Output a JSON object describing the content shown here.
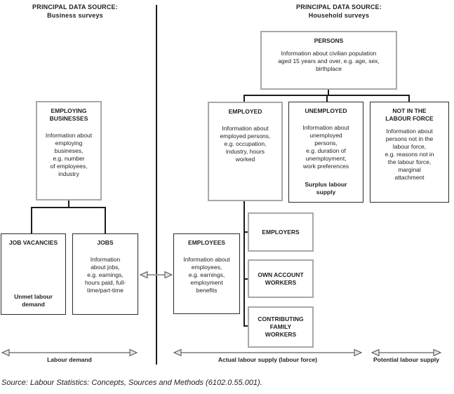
{
  "headers": {
    "left": "PRINCIPAL DATA SOURCE:\nBusiness surveys",
    "right": "PRINCIPAL DATA SOURCE:\nHousehold surveys"
  },
  "boxes": {
    "persons": {
      "title": "PERSONS",
      "body": "Information about civilian population\naged 15 years and over, e.g. age, sex,\nbirthplace"
    },
    "employing_businesses": {
      "title": "EMPLOYING\nBUSINESSES",
      "body": "Information about\nemploying\nbusineses,\ne.g. number\nof employees,\nindustry"
    },
    "job_vacancies": {
      "title": "JOB VACANCIES",
      "footer": "Unmet labour\ndemand"
    },
    "jobs": {
      "title": "JOBS",
      "body": "Information\nabout jobs,\ne.g. earnings,\nhours paid, full-\ntime/part-time"
    },
    "employed": {
      "title": "EMPLOYED",
      "body": "Information about\nemployed persons,\ne.g. occupation,\nindustry, hours\nworked"
    },
    "unemployed": {
      "title": "UNEMPLOYED",
      "body": "Information about\nunemployed\npersons,\ne.g. duration of\nunemployment,\nwork preferences",
      "footer": "Surplus labour\nsupply"
    },
    "not_in_labour_force": {
      "title": "NOT IN THE\nLABOUR FORCE",
      "body": "Information about\npersons not in the\nlabour force,\ne.g. reasons not in\nthe labour force,\nmarginal\nattachment"
    },
    "employees": {
      "title": "EMPLOYEES",
      "body": "Information about\nemployees,\ne.g. earnings,\nemployment\nbenefits"
    },
    "employers": {
      "title": "EMPLOYERS"
    },
    "own_account_workers": {
      "title": "OWN ACCOUNT\nWORKERS"
    },
    "contributing_family_workers": {
      "title": "CONTRIBUTING\nFAMILY\nWORKERS"
    }
  },
  "arrow_labels": {
    "labour_demand": "Labour demand",
    "actual_labour_supply": "Actual labour supply (labour force)",
    "potential_labour_supply": "Potential labour supply"
  },
  "source_note": "Source: Labour Statistics: Concepts, Sources and Methods (6102.0.55.001).",
  "colors": {
    "gray_box_border": "#a8a8a8",
    "dark_box_border": "#2d2a2a",
    "connector_line": "#1c1c1c",
    "arrow_shaft": "#9c9c9c",
    "text": "#1f1f1f"
  }
}
